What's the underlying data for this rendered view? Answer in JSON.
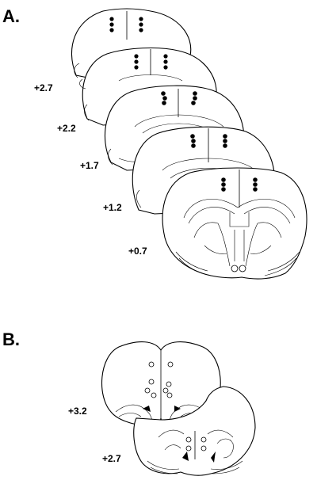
{
  "panels": [
    {
      "label": "A.",
      "sections": [
        {
          "coord": "+2.7"
        },
        {
          "coord": "+2.2"
        },
        {
          "coord": "+1.7"
        },
        {
          "coord": "+1.2"
        },
        {
          "coord": "+0.7"
        }
      ]
    },
    {
      "label": "B.",
      "sections": [
        {
          "coord": "+3.2"
        },
        {
          "coord": "+2.7"
        }
      ]
    }
  ],
  "colors": {
    "ink": "#000000",
    "paper": "#ffffff"
  }
}
